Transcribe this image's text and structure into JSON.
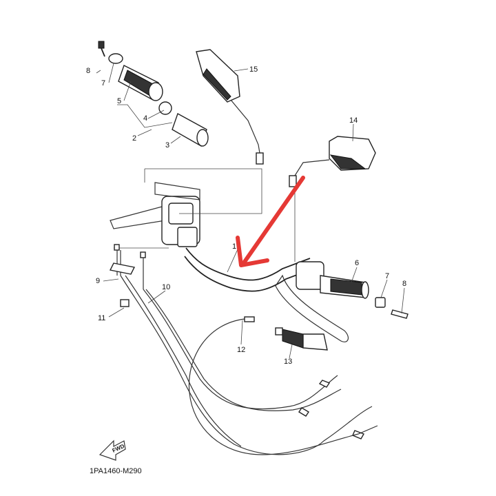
{
  "diagram": {
    "labels": {
      "p1": "1",
      "p2": "2",
      "p3": "3",
      "p4": "4",
      "p5": "5",
      "p6": "6",
      "p7a": "7",
      "p7b": "7",
      "p8a": "8",
      "p8b": "8",
      "p9": "9",
      "p10": "10",
      "p11": "11",
      "p12": "12",
      "p13": "13",
      "p14": "14",
      "p15": "15"
    },
    "fwd": "FWD",
    "code": "1PA1460-M290",
    "highlight_color": "#e53935"
  }
}
